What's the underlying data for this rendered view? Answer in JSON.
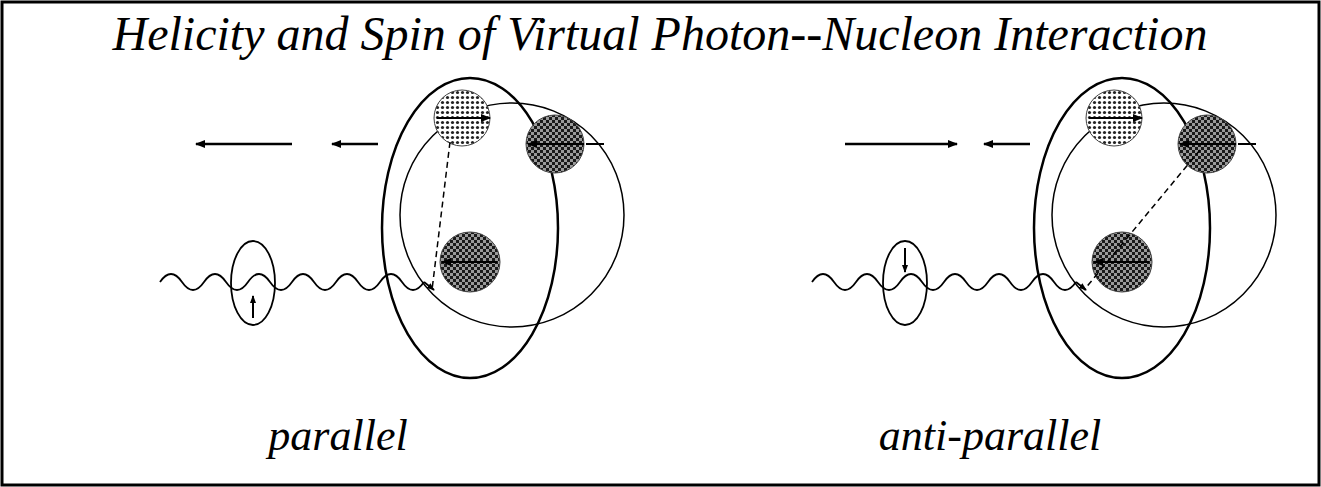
{
  "diagram": {
    "title": "Helicity and Spin of Virtual Photon--Nucleon Interaction",
    "labels": [
      "parallel",
      "anti-parallel"
    ]
  }
}
